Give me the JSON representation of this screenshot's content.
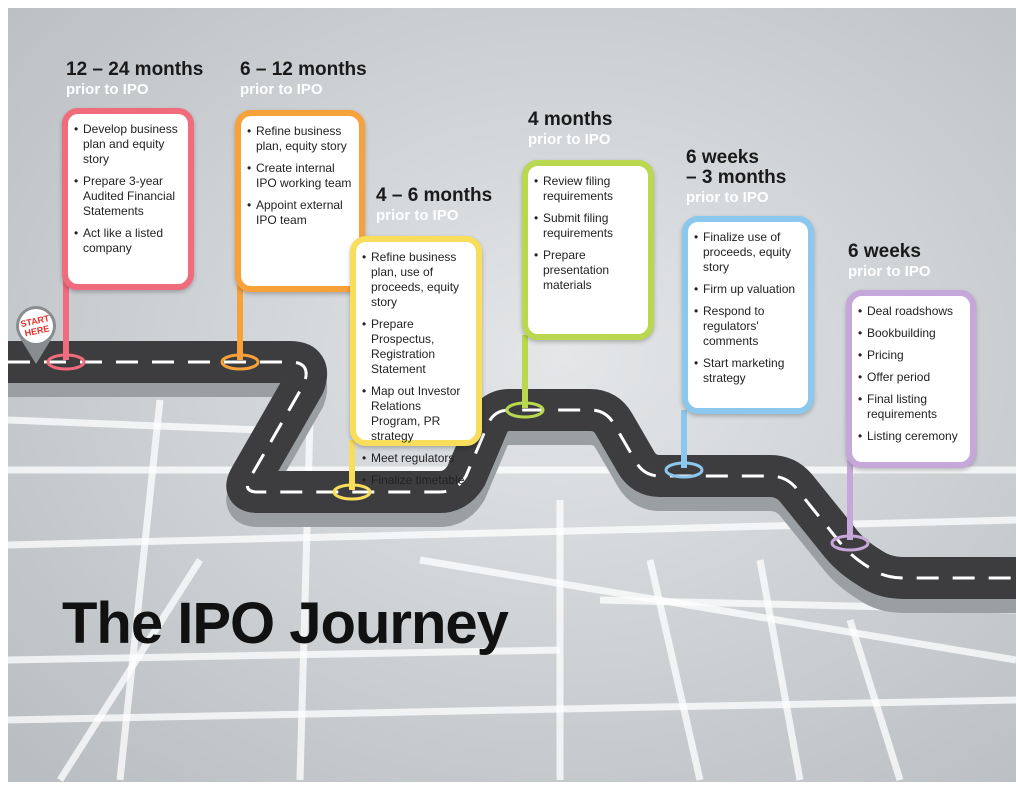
{
  "title": "The IPO Journey",
  "start_badge": {
    "line1": "START",
    "line2": "HERE"
  },
  "colors": {
    "road": "#3d3d3f",
    "map_bg": "#cfd3d6",
    "stage1": "#f06b7c",
    "stage2": "#f7a13a",
    "stage3": "#f8de5a",
    "stage4": "#b9d84f",
    "stage5": "#8cc8ee",
    "stage6": "#c5a7d9"
  },
  "stages": [
    {
      "heading": "12 – 24 months",
      "sub": "prior to IPO",
      "items": [
        "Develop business plan and equity story",
        "Prepare 3-year Audited Financial Statements",
        "Act like a listed company"
      ]
    },
    {
      "heading": "6 – 12 months",
      "sub": "prior to IPO",
      "items": [
        "Refine business plan, equity story",
        "Create internal IPO working team",
        "Appoint external IPO team"
      ]
    },
    {
      "heading": "4 – 6 months",
      "sub": "prior to IPO",
      "items": [
        "Refine business plan, use of proceeds, equity story",
        "Prepare Prospectus, Registration Statement",
        "Map out Investor Relations Program, PR strategy",
        "Meet regulators",
        "Finalize timetable"
      ]
    },
    {
      "heading": "4 months",
      "sub": "prior to IPO",
      "items": [
        "Review filing requirements",
        "Submit filing requirements",
        "Prepare presentation materials"
      ]
    },
    {
      "heading": "6 weeks",
      "heading2": "– 3 months",
      "sub": "prior to IPO",
      "items": [
        "Finalize use of proceeds, equity story",
        "Firm up valuation",
        "Respond to regulators' comments",
        "Start marketing strategy"
      ]
    },
    {
      "heading": "6 weeks",
      "sub": "prior to IPO",
      "items": [
        "Deal roadshows",
        "Bookbuilding",
        "Pricing",
        "Offer period",
        "Final listing requirements",
        "Listing ceremony"
      ]
    }
  ]
}
